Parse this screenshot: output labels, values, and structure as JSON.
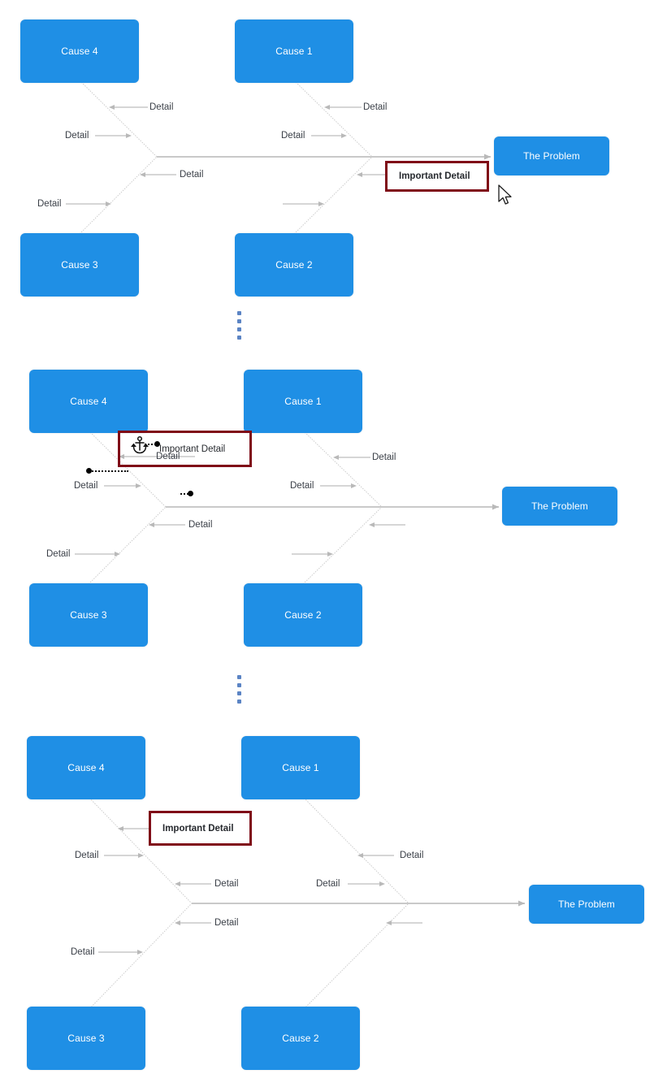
{
  "app": {
    "diagram_type": "fishbone-cause-and-effect",
    "canvas_background": "#ffffff",
    "node_fill": "#1f8fe5",
    "node_text_color": "#ffffff",
    "bone_color": "#c9c9c9",
    "rib_color": "#c9c9c9",
    "highlight_border_color": "#7f0b17",
    "separator_dot_color": "#5b84c4",
    "detail_text_color": "#3a3f47"
  },
  "labels": {
    "problem": "The Problem",
    "cause1": "Cause 1",
    "cause2": "Cause 2",
    "cause3": "Cause 3",
    "cause4": "Cause 4",
    "detail": "Detail",
    "important_detail": "Important Detail"
  },
  "sections": [
    {
      "id": "before",
      "state": "initial",
      "problem": "The Problem",
      "causes": [
        "Cause 4",
        "Cause 1",
        "Cause 3",
        "Cause 2"
      ],
      "details": [
        "Detail",
        "Detail",
        "Detail",
        "Detail",
        "Detail",
        "Detail"
      ],
      "important_detail": "Important Detail",
      "cursor": "arrow"
    },
    {
      "id": "dragging",
      "state": "drag-in-progress",
      "problem": "The Problem",
      "causes": [
        "Cause 4",
        "Cause 1",
        "Cause 3",
        "Cause 2"
      ],
      "details": [
        "Detail",
        "Detail",
        "Detail",
        "Detail",
        "Detail",
        "Detail"
      ],
      "important_detail": "Important Detail",
      "cursor": "anchor-move"
    },
    {
      "id": "after",
      "state": "final",
      "problem": "The Problem",
      "causes": [
        "Cause 4",
        "Cause 1",
        "Cause 3",
        "Cause 2"
      ],
      "details": [
        "Detail",
        "Detail",
        "Detail",
        "Detail",
        "Detail",
        "Detail"
      ],
      "important_detail": "Important Detail",
      "cursor": "none"
    }
  ],
  "separators": [
    {
      "dots": 4
    },
    {
      "dots": 4
    }
  ]
}
